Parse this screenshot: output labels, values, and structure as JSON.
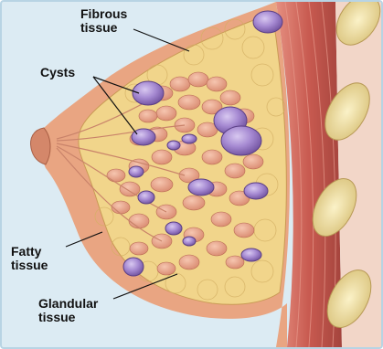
{
  "labels": {
    "fibrous": {
      "line1": "Fibrous",
      "line2": "tissue"
    },
    "cysts": {
      "line1": "Cysts"
    },
    "fatty": {
      "line1": "Fatty",
      "line2": "tissue"
    },
    "glandular": {
      "line1": "Glandular",
      "line2": "tissue"
    }
  },
  "colors": {
    "frame_bg": "#dcebf3",
    "skin": "#e8a27f",
    "skin_dark": "#c97a5a",
    "fat": "#f0d58a",
    "lobule": "#e9a48a",
    "cyst": "#a78ad0",
    "muscle": "#c85a50",
    "rib": "#f3e3a6"
  }
}
